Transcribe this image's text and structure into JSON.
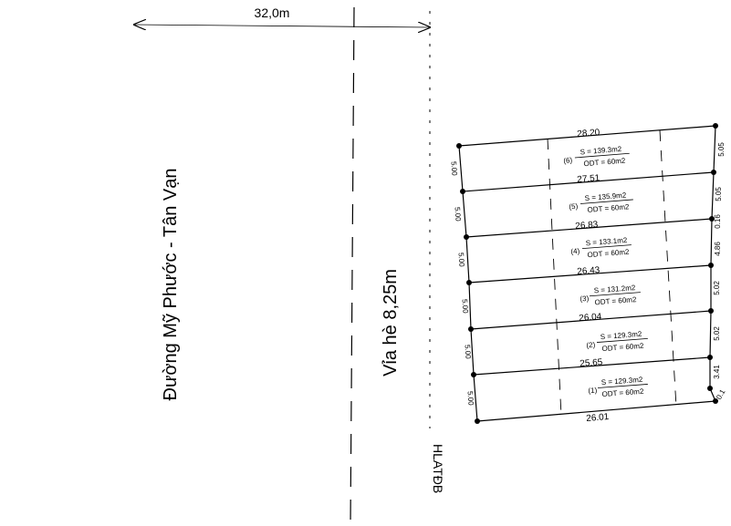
{
  "road": {
    "width_label": "32,0m",
    "name": "Đường Mỹ Phước - Tân Vạn",
    "sidewalk": "Vỉa hè 8,25m",
    "boundary_label": "HLATĐB"
  },
  "plots": [
    {
      "num": "(6)",
      "area": "S = 139.3m2",
      "odt": "ODT = 60m2"
    },
    {
      "num": "(5)",
      "area": "S = 135.9m2",
      "odt": "ODT = 60m2"
    },
    {
      "num": "(4)",
      "area": "S = 133.1m2",
      "odt": "ODT = 60m2"
    },
    {
      "num": "(3)",
      "area": "S = 131.2m2",
      "odt": "ODT = 60m2"
    },
    {
      "num": "(2)",
      "area": "S = 129.3m2",
      "odt": "ODT = 60m2"
    },
    {
      "num": "(1)",
      "area": "S = 129.3m2",
      "odt": "ODT = 60m2"
    }
  ],
  "lengths": [
    "28.20",
    "27.51",
    "26.83",
    "26.43",
    "26.04",
    "25.65",
    "26.01"
  ],
  "left_dims": [
    "5.00",
    "5.00",
    "5.00",
    "5.00",
    "5.00",
    "5.00"
  ],
  "right_dims": [
    "5.05",
    "5.05",
    "0.16",
    "4.86",
    "5.02",
    "5.02",
    "3.41",
    "0.1"
  ]
}
